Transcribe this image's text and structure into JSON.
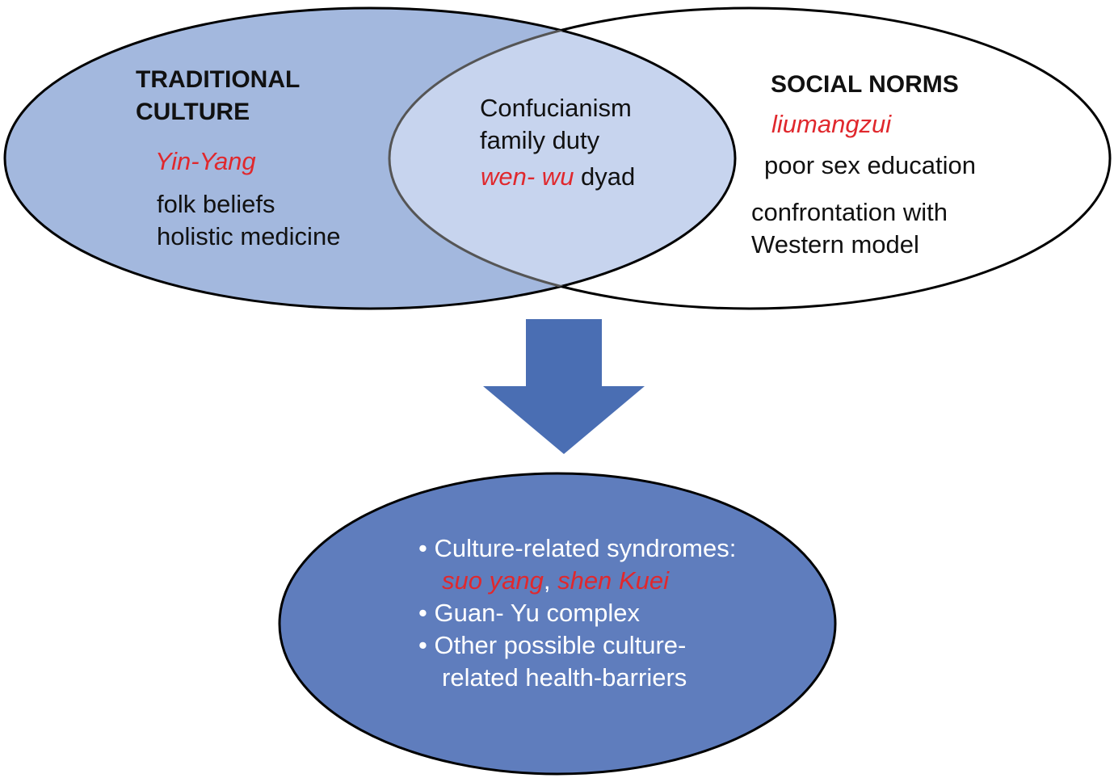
{
  "colors": {
    "left_ellipse_fill": "#a3b8de",
    "overlap_fill": "#c7d4ee",
    "right_ellipse_fill": "#ffffff",
    "arrow_fill": "#4a6eb3",
    "result_ellipse_fill": "#5f7dbd",
    "outline": "#000000",
    "highlight_text": "#e0282d"
  },
  "traditional_culture": {
    "heading_line1": "TRADITIONAL",
    "heading_line2": "CULTURE",
    "term": "Yin-Yang",
    "items": [
      "folk beliefs",
      "holistic medicine"
    ]
  },
  "shared": {
    "line1": "Confucianism",
    "line2": "family duty",
    "term": "wen- wu",
    "term_suffix": " dyad"
  },
  "social_norms": {
    "heading": "SOCIAL NORMS",
    "term": "liumangzui",
    "item1": "poor sex education",
    "item2_line1": "confrontation with",
    "item2_line2": "Western model"
  },
  "outcomes": {
    "bullet": "•",
    "item1": "Culture-related syndromes:",
    "item1_term_a": "suo yang",
    "item1_sep": ",",
    "item1_term_b": "shen Kuei",
    "item2": "Guan- Yu complex",
    "item3_line1": "Other possible culture-",
    "item3_line2": "related health-barriers"
  }
}
